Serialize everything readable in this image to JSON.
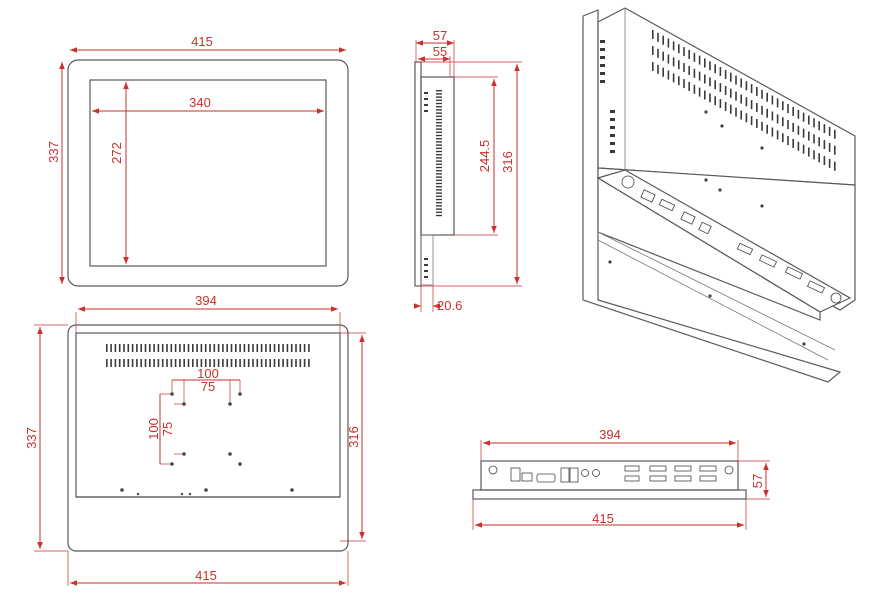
{
  "dimensions": {
    "front": {
      "width": "415",
      "height": "337",
      "screen_width": "340",
      "screen_height": "272"
    },
    "side": {
      "depth_outer": "57",
      "depth_inner": "55",
      "height_outer": "316",
      "height_inner": "244.5",
      "bezel": "20.6"
    },
    "back": {
      "width_top": "394",
      "width_bottom": "415",
      "height_left": "337",
      "height_right": "316",
      "vesa_h_outer": "100",
      "vesa_h_inner": "75",
      "vesa_v_outer": "100",
      "vesa_v_inner": "75"
    },
    "bottom": {
      "width_top": "394",
      "width_bottom": "415",
      "depth": "57"
    }
  },
  "colors": {
    "dimension": "#c9302c",
    "outline": "#5a5a5a"
  }
}
